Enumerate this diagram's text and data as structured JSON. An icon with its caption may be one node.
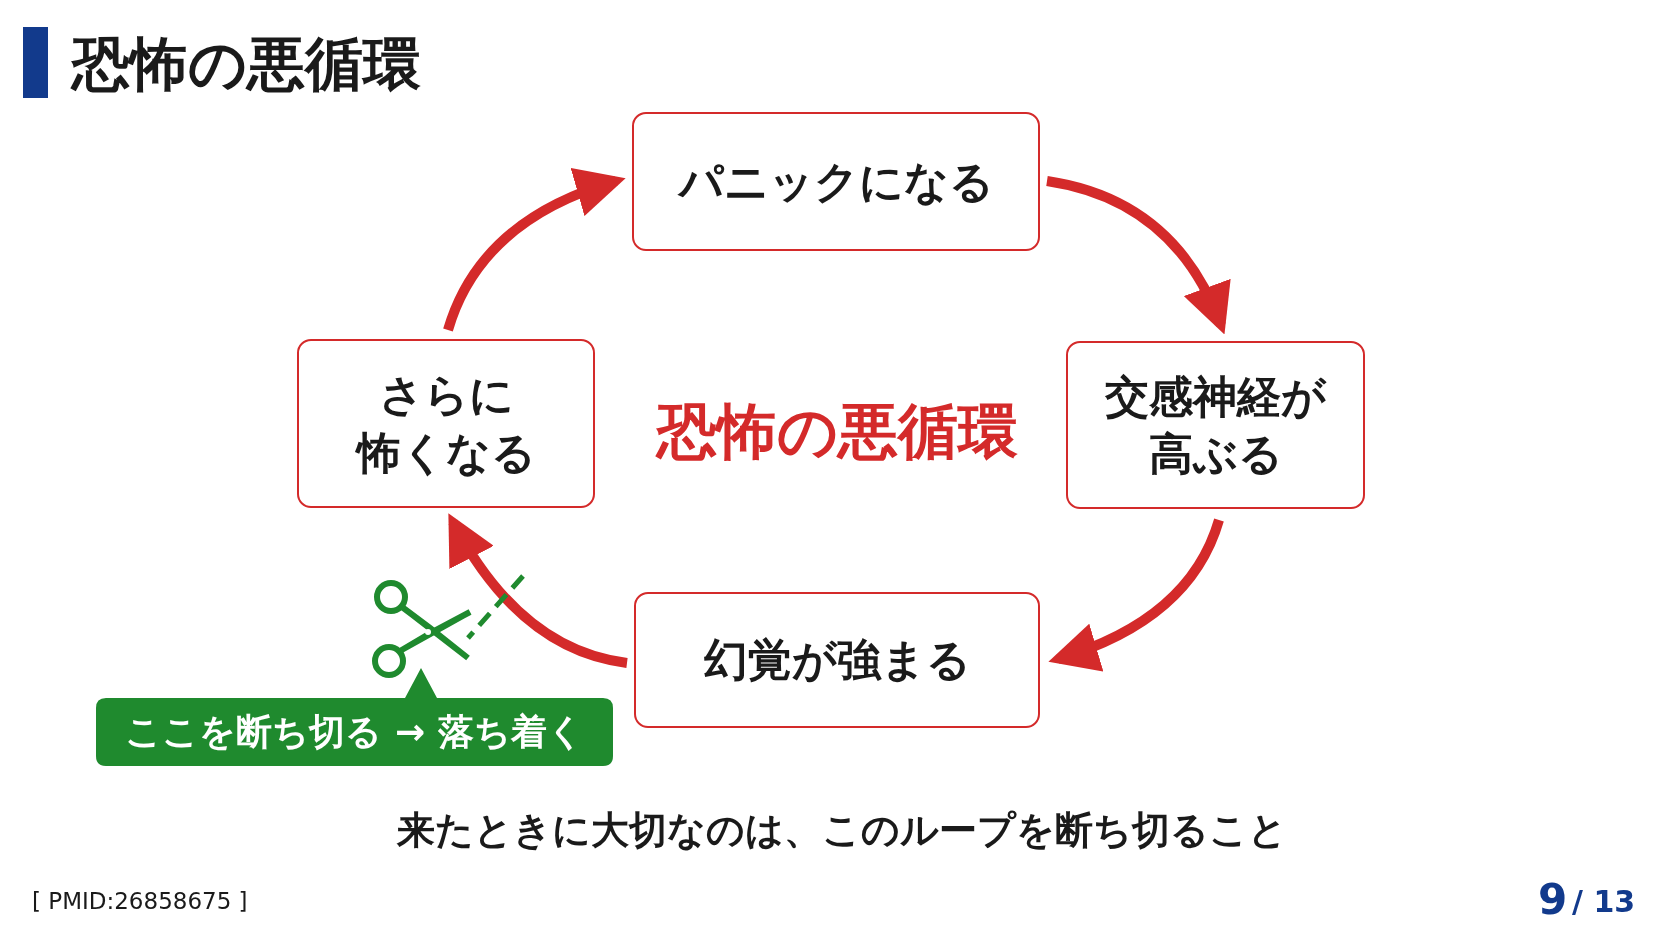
{
  "diagram": {
    "title": "恐怖の悪循環",
    "nodes": [
      {
        "text": [
          "パニックになる"
        ]
      },
      {
        "text": [
          "交感神経が高ぶる"
        ]
      },
      {
        "text": [
          "幻覚が強まる"
        ]
      },
      {
        "text": [
          "さらに怖くなる"
        ]
      },
      {
        "text": [
          "ここを断ち切る → 落ち着く"
        ]
      }
    ],
    "edges": [
      {
        "from": 0,
        "to": 1,
        "arrow": "to"
      },
      {
        "from": 1,
        "to": 2,
        "arrow": "to"
      },
      {
        "from": 2,
        "to": 3,
        "arrow": "to"
      },
      {
        "from": 3,
        "to": 0,
        "arrow": "to"
      }
    ],
    "labels": [
      "恐怖の悪循環",
      "来たときに大切なのは、このループを断ち切ること",
      "[ PMID:26858675 ]",
      "9",
      "/ 13"
    ]
  }
}
